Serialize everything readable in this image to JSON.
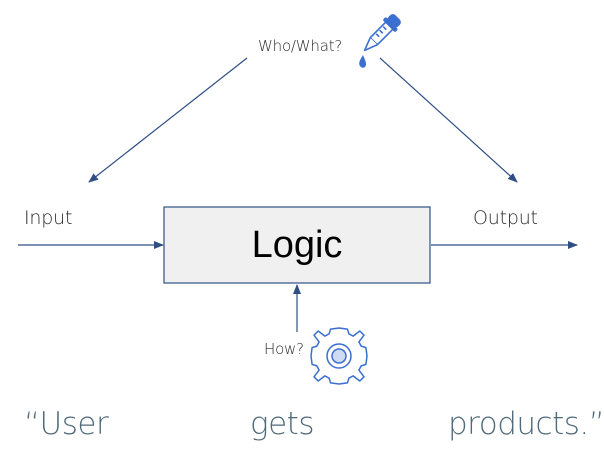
{
  "diagram": {
    "center_label": "Logic",
    "input_label": "Input",
    "output_label": "Output",
    "who_label": "Who/What?",
    "how_label": "How?"
  },
  "quote": {
    "word_1": "“User",
    "word_2": "gets",
    "word_3": "products.”"
  },
  "icons": {
    "top": "pipette-icon",
    "bottom": "gear-icon"
  },
  "colors": {
    "arrow": "#2e4f86",
    "box_fill": "#f0f0f0",
    "box_border": "#2e4f86",
    "icon": "#3b6fd0",
    "quote_text": "#4f6a7a"
  }
}
